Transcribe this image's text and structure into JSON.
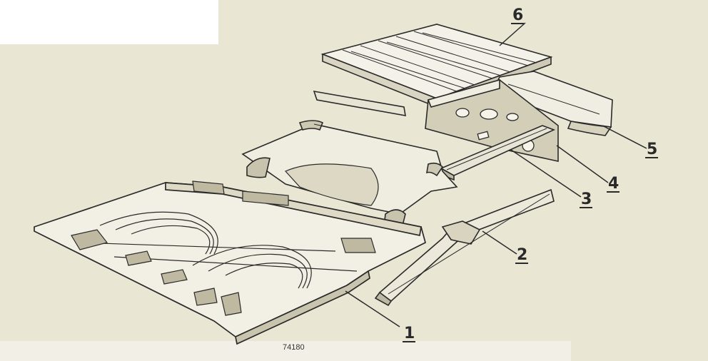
{
  "diagram": {
    "reference_number": "74180",
    "callouts": [
      {
        "id": "1",
        "label": "1"
      },
      {
        "id": "2",
        "label": "2"
      },
      {
        "id": "3",
        "label": "3"
      },
      {
        "id": "4",
        "label": "4"
      },
      {
        "id": "5",
        "label": "5"
      },
      {
        "id": "6",
        "label": "6"
      }
    ]
  },
  "colors": {
    "paper": "#e9e6d4",
    "ink": "#2a2a2a"
  }
}
